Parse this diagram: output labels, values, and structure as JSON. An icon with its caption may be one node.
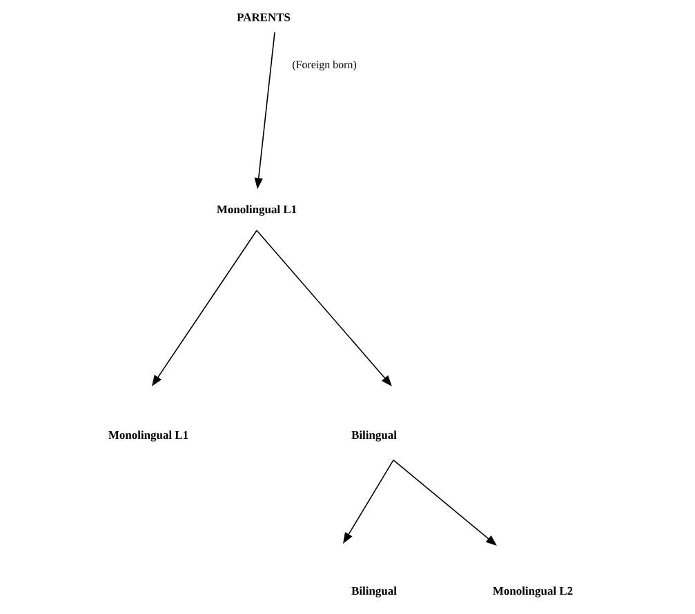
{
  "diagram": {
    "nodes": [
      {
        "text": [
          "PARENTS"
        ],
        "beside": [
          "(Foreign born)"
        ]
      },
      {
        "text": [
          "Monolingual L1"
        ]
      },
      {
        "text": [
          "Monolingual L1"
        ]
      },
      {
        "text": [
          "Bilingual"
        ]
      },
      {
        "text": [
          "Bilingual"
        ]
      },
      {
        "text": [
          "Monolingual L2"
        ]
      }
    ],
    "edges": [
      {
        "from": 0,
        "to": 1,
        "arrow": "to"
      },
      {
        "from": 1,
        "to": 2,
        "arrow": "to"
      },
      {
        "from": 1,
        "to": 3,
        "arrow": "to"
      },
      {
        "from": 3,
        "to": 4,
        "arrow": "to"
      },
      {
        "from": 3,
        "to": 5,
        "arrow": "to"
      }
    ]
  }
}
